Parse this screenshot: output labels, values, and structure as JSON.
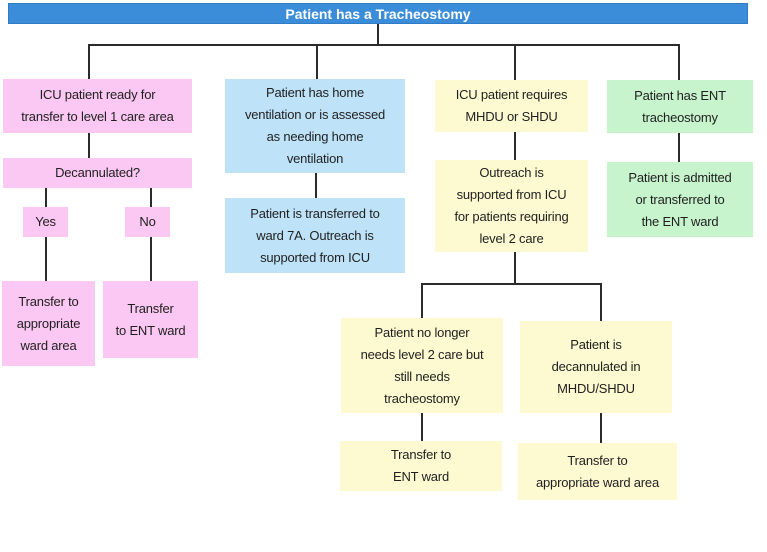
{
  "title": {
    "label": "Patient has a Tracheostomy"
  },
  "colors": {
    "header": "#3b8dda",
    "pink": "#fbc8f3",
    "blue": "#bee3f8",
    "yellow": "#fdfad1",
    "green": "#c7f4cc",
    "line": "#2b2b2b",
    "text": "#1f1f1f"
  },
  "nodes": {
    "icu_level1": {
      "text": "ICU patient ready for\ntransfer to level 1 care area"
    },
    "decannulated": {
      "text": "Decannulated?"
    },
    "yes": {
      "text": "Yes"
    },
    "no": {
      "text": "No"
    },
    "transfer_appropriate_pink": {
      "text": "Transfer to\nappropriate\nward area"
    },
    "transfer_ent_pink": {
      "text": "Transfer\nto ENT ward"
    },
    "home_vent": {
      "text": "Patient has home\nventilation or is assessed\nas needing home\nventilation"
    },
    "ward7a": {
      "text": "Patient is transferred to\nward 7A.  Outreach is\nsupported from ICU"
    },
    "mhdu_shdu": {
      "text": "ICU patient requires\nMHDU or SHDU"
    },
    "outreach_level2": {
      "text": "Outreach is\nsupported from ICU\nfor patients requiring\nlevel 2 care"
    },
    "no_longer_level2": {
      "text": "Patient no longer\nneeds level 2 care but\nstill needs\ntracheostomy"
    },
    "decann_mhdu": {
      "text": "Patient is\ndecannulated in\nMHDU/SHDU"
    },
    "transfer_ent_yellow": {
      "text": "Transfer to\nENT ward"
    },
    "transfer_appropriate_yellow": {
      "text": "Transfer to\nappropriate ward area"
    },
    "ent_trach": {
      "text": "Patient has ENT\ntracheostomy"
    },
    "ent_admit": {
      "text": "Patient is admitted\nor transferred to\nthe ENT ward"
    }
  }
}
